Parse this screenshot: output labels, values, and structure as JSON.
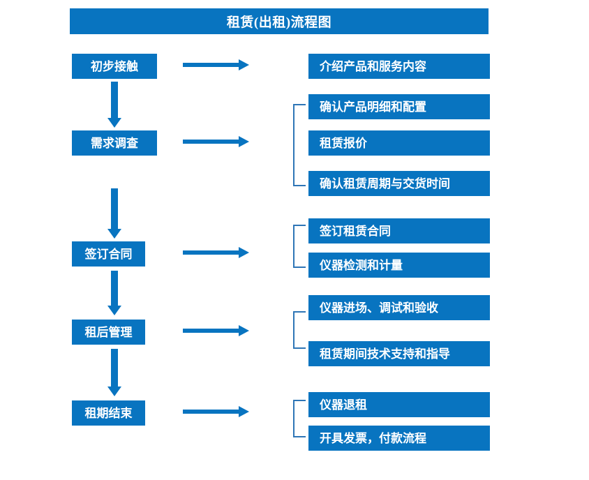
{
  "diagram": {
    "title": "租赁(出租)流程图",
    "colors": {
      "brand_blue": "#0874C0",
      "bracket_blue": "#2E75B6",
      "text_on_blue": "#FFFFFF",
      "background": "#FFFFFF"
    },
    "stages": [
      {
        "key": "stage-initial-contact",
        "label": "初步接触",
        "details": [
          {
            "key": "detail-introduce-products",
            "label": "介绍产品和服务内容"
          }
        ],
        "bracketed": false
      },
      {
        "key": "stage-needs-survey",
        "label": "需求调查",
        "details": [
          {
            "key": "detail-confirm-spec-config",
            "label": "确认产品明细和配置"
          },
          {
            "key": "detail-rental-quotation",
            "label": "租赁报价"
          },
          {
            "key": "detail-confirm-period-delivery",
            "label": "确认租赁周期与交货时间"
          }
        ],
        "bracketed": true
      },
      {
        "key": "stage-sign-contract",
        "label": "签订合同",
        "details": [
          {
            "key": "detail-sign-rental-contract",
            "label": "签订租赁合同"
          },
          {
            "key": "detail-instrument-test-metrology",
            "label": "仪器检测和计量"
          }
        ],
        "bracketed": true
      },
      {
        "key": "stage-post-rental-management",
        "label": "租后管理",
        "details": [
          {
            "key": "detail-instrument-entry-commissioning",
            "label": "仪器进场、调试和验收"
          },
          {
            "key": "detail-technical-support",
            "label": "租赁期间技术支持和指导"
          }
        ],
        "bracketed": true
      },
      {
        "key": "stage-rental-end",
        "label": "租期结束",
        "details": [
          {
            "key": "detail-instrument-return",
            "label": "仪器退租"
          },
          {
            "key": "detail-invoice-payment",
            "label": "开具发票，付款流程"
          }
        ],
        "bracketed": true
      }
    ],
    "connectors": {
      "vertical_arrows": 4,
      "horizontal_arrows": 5,
      "brackets": 4,
      "direction": "top-to-bottom"
    }
  }
}
